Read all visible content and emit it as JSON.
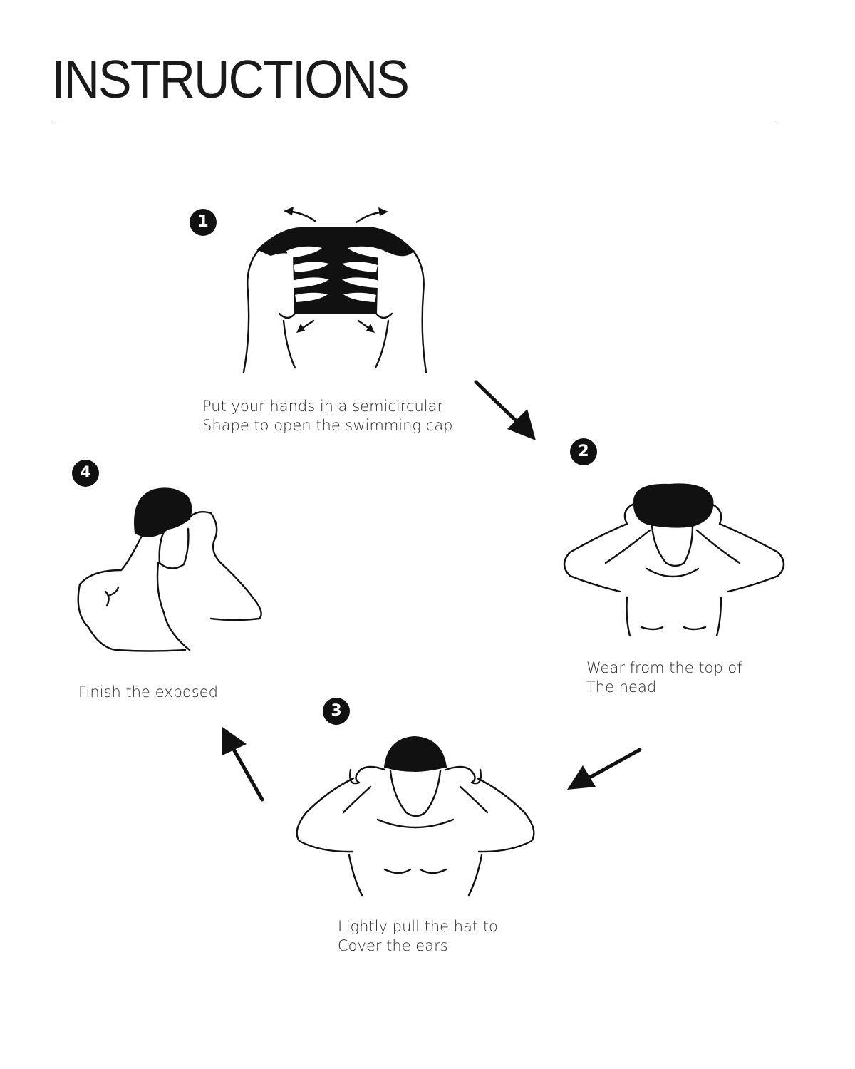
{
  "title": "INSTRUCTIONS",
  "steps": [
    {
      "number": "1",
      "lines": [
        "Put your hands in a semicircular",
        "Shape to open the swimming cap"
      ]
    },
    {
      "number": "2",
      "lines": [
        "Wear from the top of",
        "The head"
      ]
    },
    {
      "number": "3",
      "lines": [
        "Lightly pull the hat to",
        "Cover the ears"
      ]
    },
    {
      "number": "4",
      "lines": [
        "Finish the exposed"
      ]
    }
  ],
  "colors": {
    "ink": "#111111",
    "rule": "#8a8a8a",
    "background": "#ffffff"
  },
  "flow": [
    "1",
    "2",
    "3",
    "4"
  ]
}
